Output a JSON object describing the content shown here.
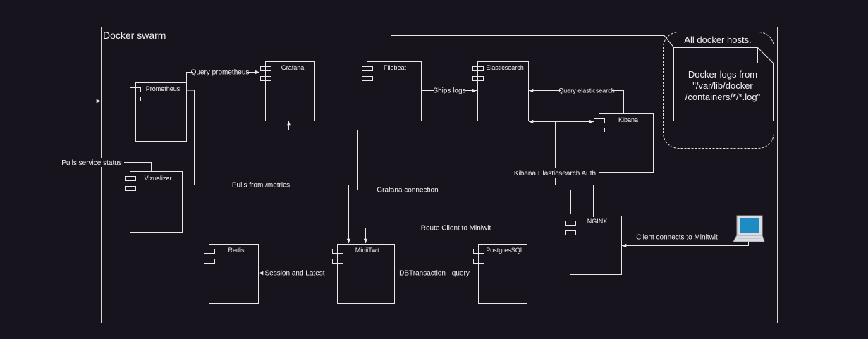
{
  "swarm": {
    "title": "Docker swarm"
  },
  "components": {
    "prometheus": "Prometheus",
    "grafana": "Grafana",
    "filebeat": "Filebeat",
    "elasticsearch": "Elasticsearch",
    "kibana": "Kibana",
    "vizualizer": "Vizualizer",
    "nginx": "NGINX",
    "redis": "Redis",
    "miniitwit": "MiniiTwit",
    "postgres": "PostgresSQL"
  },
  "edges": {
    "query_prometheus": "Query prometheus",
    "ships_logs": "Ships logs",
    "query_elasticsearch": "Query elasticsearch",
    "pulls_service_status": "Pulls service status",
    "pulls_metrics": "Pulls from /metrics",
    "grafana_connection": "Grafana connection",
    "kibana_auth": "Kibana Elasticsearch Auth",
    "route_client": "Route Client to Miniwit",
    "client_connects": "Client connects to Minitwit",
    "session_latest": "Session and Latest",
    "db_transaction": "DBTransaction - query"
  },
  "hosts": {
    "title": "All docker hosts.",
    "note_line1": "Docker logs from",
    "note_line2": "\"/var/lib/docker",
    "note_line3": "/containers/*/*.log\""
  },
  "colors": {
    "background": "#18141d",
    "stroke": "#e8e8e8",
    "computer_screen": "#1e8bc3"
  },
  "icons": [
    "component-icon",
    "computer-icon",
    "arrow-icon"
  ]
}
